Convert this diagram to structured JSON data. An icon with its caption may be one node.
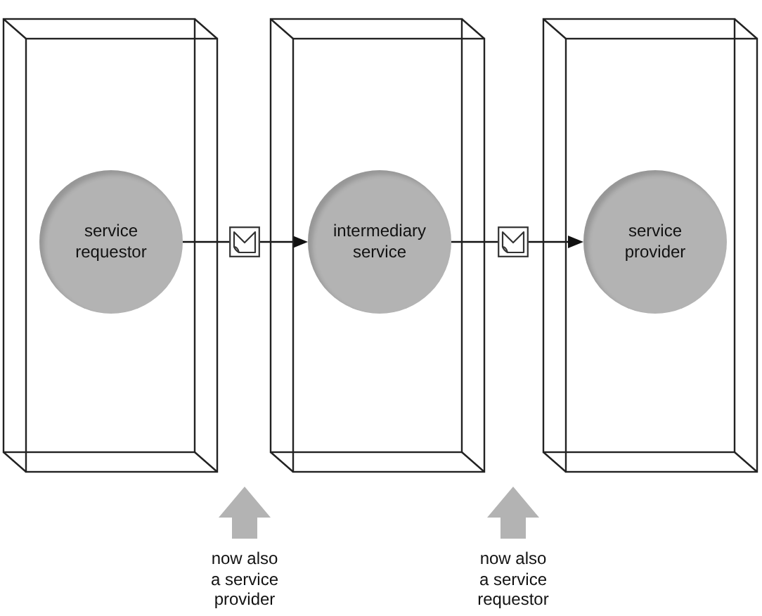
{
  "diagram": {
    "nodes": [
      {
        "text": [],
        "shape": "box"
      },
      {
        "text": [
          "service requestor"
        ],
        "in": 0
      },
      {
        "text": [],
        "shape": "envelope"
      },
      {
        "text": [],
        "shape": "box"
      },
      {
        "text": [
          "intermediary service"
        ],
        "in": 3
      },
      {
        "text": [],
        "shape": "envelope"
      },
      {
        "text": [],
        "shape": "box"
      },
      {
        "text": [
          "service provider"
        ],
        "in": 6
      }
    ],
    "edges": [
      {
        "from": 1,
        "to": 2,
        "arrow": "none"
      },
      {
        "from": 2,
        "to": 4,
        "arrow": "to"
      },
      {
        "from": 4,
        "to": 5,
        "arrow": "none"
      },
      {
        "from": 5,
        "to": 7,
        "arrow": "to"
      }
    ],
    "labels": [
      "now also a service provider",
      "now also a service requestor"
    ]
  }
}
